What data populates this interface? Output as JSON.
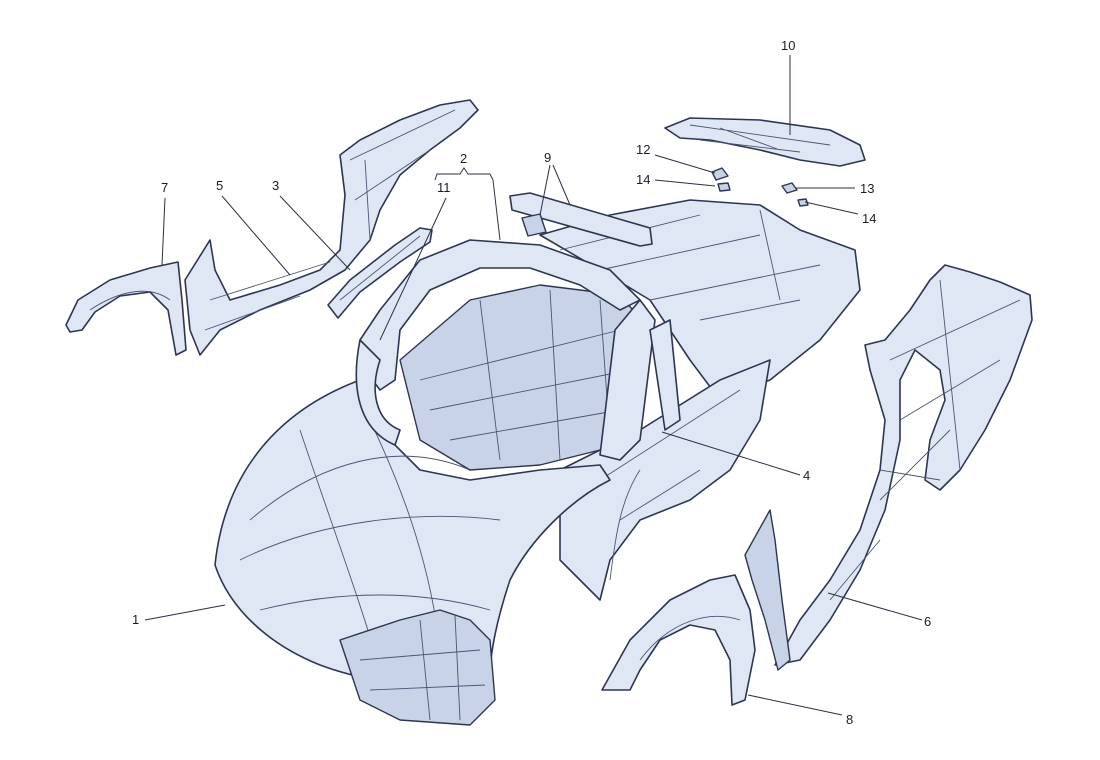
{
  "callouts": [
    {
      "id": "1",
      "label": "1"
    },
    {
      "id": "2",
      "label": "2"
    },
    {
      "id": "3",
      "label": "3"
    },
    {
      "id": "4",
      "label": "4"
    },
    {
      "id": "5",
      "label": "5"
    },
    {
      "id": "6",
      "label": "6"
    },
    {
      "id": "7",
      "label": "7"
    },
    {
      "id": "8",
      "label": "8"
    },
    {
      "id": "9",
      "label": "9"
    },
    {
      "id": "10",
      "label": "10"
    },
    {
      "id": "11",
      "label": "11"
    },
    {
      "id": "12",
      "label": "12"
    },
    {
      "id": "13",
      "label": "13"
    },
    {
      "id": "14a",
      "label": "14"
    },
    {
      "id": "14b",
      "label": "14"
    }
  ],
  "colors": {
    "part_fill": "#dfe7f4",
    "part_shade": "#c8d3e8",
    "outline": "#2e3550",
    "leader": "#2a2f45"
  }
}
